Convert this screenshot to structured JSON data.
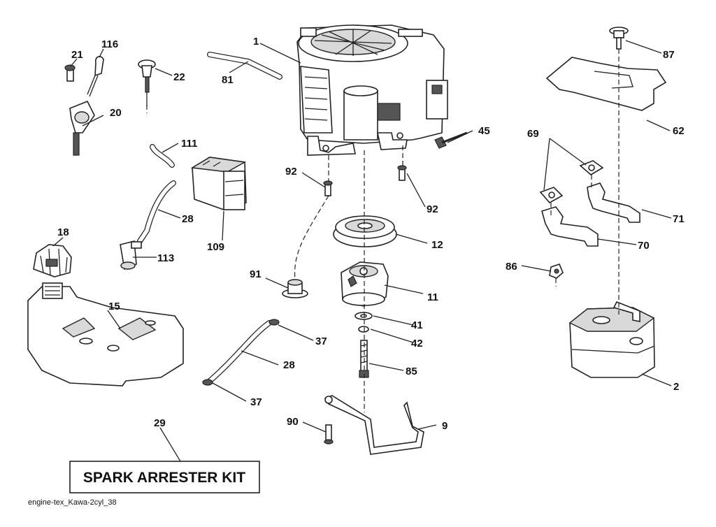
{
  "callouts": {
    "c1": "1",
    "c81": "81",
    "c21": "21",
    "c116": "116",
    "c22": "22",
    "c20": "20",
    "c45": "45",
    "c87": "87",
    "c62": "62",
    "c69": "69",
    "c71": "71",
    "c70": "70",
    "c86": "86",
    "c2": "2",
    "c92a": "92",
    "c92b": "92",
    "c12": "12",
    "c11": "11",
    "c41": "41",
    "c42": "42",
    "c85": "85",
    "c91": "91",
    "c111": "111",
    "c28a": "28",
    "c109": "109",
    "c113": "113",
    "c18": "18",
    "c15": "15",
    "c37a": "37",
    "c28b": "28",
    "c37b": "37",
    "c29": "29",
    "c90": "90",
    "c9": "9"
  },
  "kit_label": "SPARK ARRESTER KIT",
  "footer_code": "engine-tex_Kawa-2cyl_38"
}
